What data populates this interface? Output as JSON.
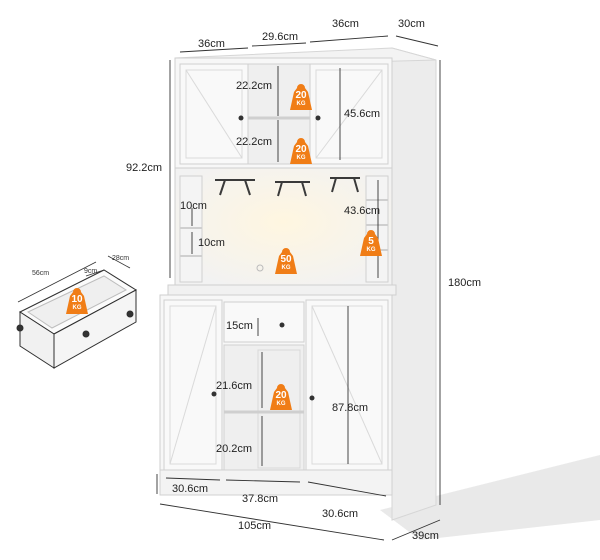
{
  "dimensions": {
    "top_left_door_width": "36cm",
    "top_middle_width": "29.6cm",
    "top_right_door_width": "36cm",
    "depth_top": "30cm",
    "upper_shelf_1": "22.2cm",
    "upper_shelf_2": "22.2cm",
    "upper_door_height": "45.6cm",
    "upper_height": "92.2cm",
    "side_cubby_1": "10cm",
    "side_cubby_2": "10cm",
    "side_shelf": "43.6cm",
    "total_height": "180cm",
    "drawer_height": "15cm",
    "lower_shelf_1": "21.6cm",
    "lower_shelf_2": "20.2cm",
    "lower_height": "87.8cm",
    "lower_left_door": "30.6cm",
    "lower_middle": "37.8cm",
    "lower_right_door": "30.6cm",
    "total_width": "105cm",
    "depth_bottom": "39cm"
  },
  "drawer_detail": {
    "width": "56cm",
    "height": "9cm",
    "depth": "28cm"
  },
  "load_badges": [
    {
      "value": "20",
      "unit": "KG"
    },
    {
      "value": "20",
      "unit": "KG"
    },
    {
      "value": "5",
      "unit": "KG"
    },
    {
      "value": "50",
      "unit": "KG"
    },
    {
      "value": "20",
      "unit": "KG"
    },
    {
      "value": "10",
      "unit": "KG"
    }
  ],
  "colors": {
    "badge": "#f07d16",
    "cabinet": "#f7f7f7",
    "outline": "#cfcfcf",
    "dim_line": "#333333",
    "light_glow": "#fff3d6"
  },
  "icons": [
    "weight-icon"
  ]
}
